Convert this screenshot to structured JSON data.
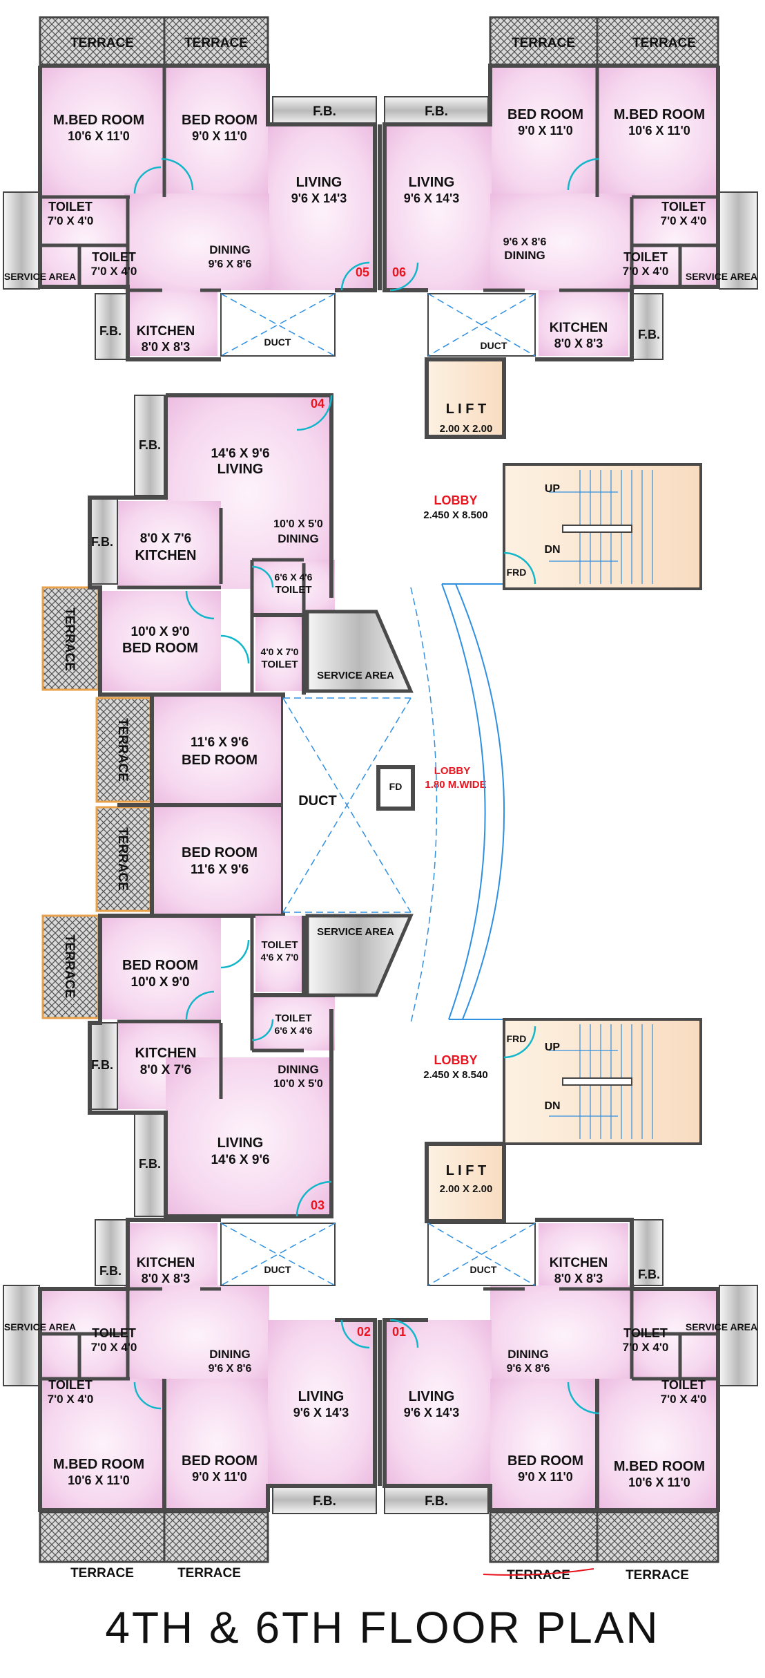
{
  "title": "4TH & 6TH FLOOR  PLAN",
  "colors": {
    "room": "#f0c6e6",
    "wall": "#4a4a4a",
    "stair": "#fbe6cf",
    "duct_line": "#2f8fe0",
    "label_red": "#e8141e",
    "door": "#12b6c9"
  },
  "labels": {
    "terrace": "TERRACE",
    "fb": "F.B.",
    "mbed": "M.BED ROOM",
    "bed": "BED ROOM",
    "living": "LIVING",
    "dining": "DINING",
    "toilet": "TOILET",
    "kitchen": "KITCHEN",
    "service": "SERVICE AREA",
    "duct": "DUCT",
    "lift": "L I F T",
    "lobby": "LOBBY",
    "lobby_wide": "LOBBY",
    "lobby_wide_dim": "1.80  M.WIDE",
    "fd": "FD",
    "frd": "FRD",
    "up": "UP",
    "dn": "DN"
  },
  "dims": {
    "mbed": "10'6 X 11'0",
    "bed_9x11": "9'0 X 11'0",
    "living_top": "9'6 X 14'3",
    "dining_top": "9'6 X 8'6",
    "toilet_7x4": "7'0 X 4'0",
    "kitchen_8x83": "8'0 X 8'3",
    "lift": "2.00 X 2.00",
    "lobby_top": "2.450  X  8.500",
    "lobby_bot": "2.450  X  8.540",
    "living_mid": "14'6 X 9'6",
    "dining_mid": "10'0 X 5'0",
    "kitchen_mid": "8'0 X 7'6",
    "toilet_66": "6'6 X 4'6",
    "toilet_47": "4'0 X 7'0",
    "toilet_46_70": "4'6 X 7'0",
    "bed_10x9": "10'0 X 9'0",
    "bed_116": "11'6 X 9'6"
  },
  "flats": {
    "f01": "01",
    "f02": "02",
    "f03": "03",
    "f04": "04",
    "f05": "05",
    "f06": "06"
  }
}
